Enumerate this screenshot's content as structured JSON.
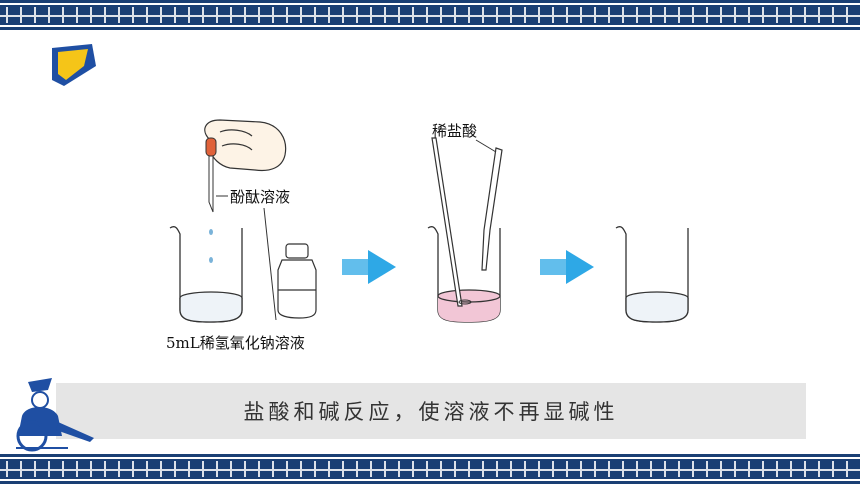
{
  "labels": {
    "phenolphthalein": "酚酞溶液",
    "naoh_solution": "5mL稀氢氧化钠溶液",
    "dilute_hcl": "稀盐酸"
  },
  "caption": "盐酸和碱反应，使溶液不再显碱性",
  "colors": {
    "border_blue": "#1a3f74",
    "arrow_blue": "#2ea8e6",
    "logo_yellow": "#f5c518",
    "logo_blue": "#1f4fa3",
    "pink_solution": "#f2c6d6",
    "caption_bg": "#e5e5e5"
  }
}
